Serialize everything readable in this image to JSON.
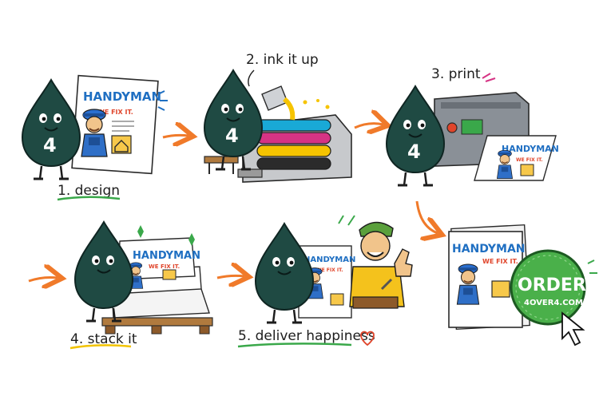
{
  "mascot": {
    "number": "4"
  },
  "poster": {
    "title": "HANDYMAN",
    "subtitle": "WE FIX IT."
  },
  "steps": [
    {
      "label": "1. design"
    },
    {
      "label": "2. ink it up"
    },
    {
      "label": "3. print"
    },
    {
      "label": "4. stack it"
    },
    {
      "label": "5. deliver happiness"
    }
  ],
  "order_badge": {
    "headline": "ORDER",
    "url": "4OVER4.COM"
  },
  "colors": {
    "mascot": "#1f4a43",
    "arrow": "#f07a2a",
    "underline_green": "#3aa84a",
    "underline_yellow": "#f2c300",
    "order_green": "#4ab04a",
    "cyan": "#19a9d6",
    "magenta": "#d63384",
    "yellow": "#f6c400"
  },
  "icons": [
    "pointer-cursor-icon",
    "heart-icon",
    "house-icon",
    "wrench-icon",
    "thumbs-up-icon"
  ]
}
